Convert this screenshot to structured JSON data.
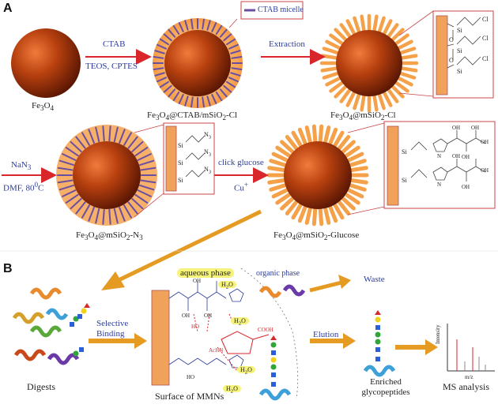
{
  "panels": {
    "a": "A",
    "b": "B"
  },
  "legend": {
    "micelle": "CTAB micelle"
  },
  "reagents": {
    "r1_top": "CTAB",
    "r1_bottom": "TEOS, CPTES",
    "r2_top": "Extraction",
    "r3_top": "NaN",
    "r3_top_sub": "3",
    "r3_bottom": "DMF, 80",
    "r3_bottom_sup": "0",
    "r3_bottom_end": "C",
    "r4_top": "click glucose",
    "r4_bottom": "Cu",
    "r4_bottom_sup": "+",
    "elution": "Elution",
    "selective": "Selective",
    "binding": "Binding"
  },
  "particles": {
    "p1": {
      "a": "Fe",
      "s1": "3",
      "b": "O",
      "s2": "4",
      "c": ""
    },
    "p2": {
      "a": "Fe",
      "s1": "3",
      "b": "O",
      "s2": "4",
      "c": "@CTAB/mSiO",
      "s3": "2",
      "d": "-Cl"
    },
    "p3": {
      "a": "Fe",
      "s1": "3",
      "b": "O",
      "s2": "4",
      "c": "@mSiO",
      "s3": "2",
      "d": "-Cl"
    },
    "p4": {
      "a": "Fe",
      "s1": "3",
      "b": "O",
      "s2": "4",
      "c": "@mSiO",
      "s3": "2",
      "d": "-N",
      "s4": "3"
    },
    "p5": {
      "a": "Fe",
      "s1": "3",
      "b": "O",
      "s2": "4",
      "c": "@mSiO",
      "s3": "2",
      "d": "-Glucose"
    }
  },
  "chem": {
    "si": "Si",
    "o": "O",
    "cl": "Cl",
    "n3": "N",
    "n3_sub": "3",
    "n": "N",
    "oh": "OH",
    "ho": "HO",
    "acnh": "AcHN",
    "cooh": "COOH",
    "water": "H",
    "water_sub": "2",
    "water_end": "O"
  },
  "section_b": {
    "aqueous": "aqueous phase",
    "organic": "organic phase",
    "waste": "Waste",
    "digests": "Digests",
    "surface": "Surface of MMNs",
    "enriched1": "Enriched",
    "enriched2": "glycopeptides",
    "ms": "MS analysis",
    "intensity": "Intensity",
    "mz": "m/z"
  },
  "colors": {
    "core": "#8b2a0a",
    "shell": "#f4a14a",
    "micelle": "#6a4fa0",
    "arrow_red": "#d9262b",
    "arrow_orange": "#e59a22",
    "blue_text": "#2c3d9c",
    "surface": "#f0a25a"
  }
}
